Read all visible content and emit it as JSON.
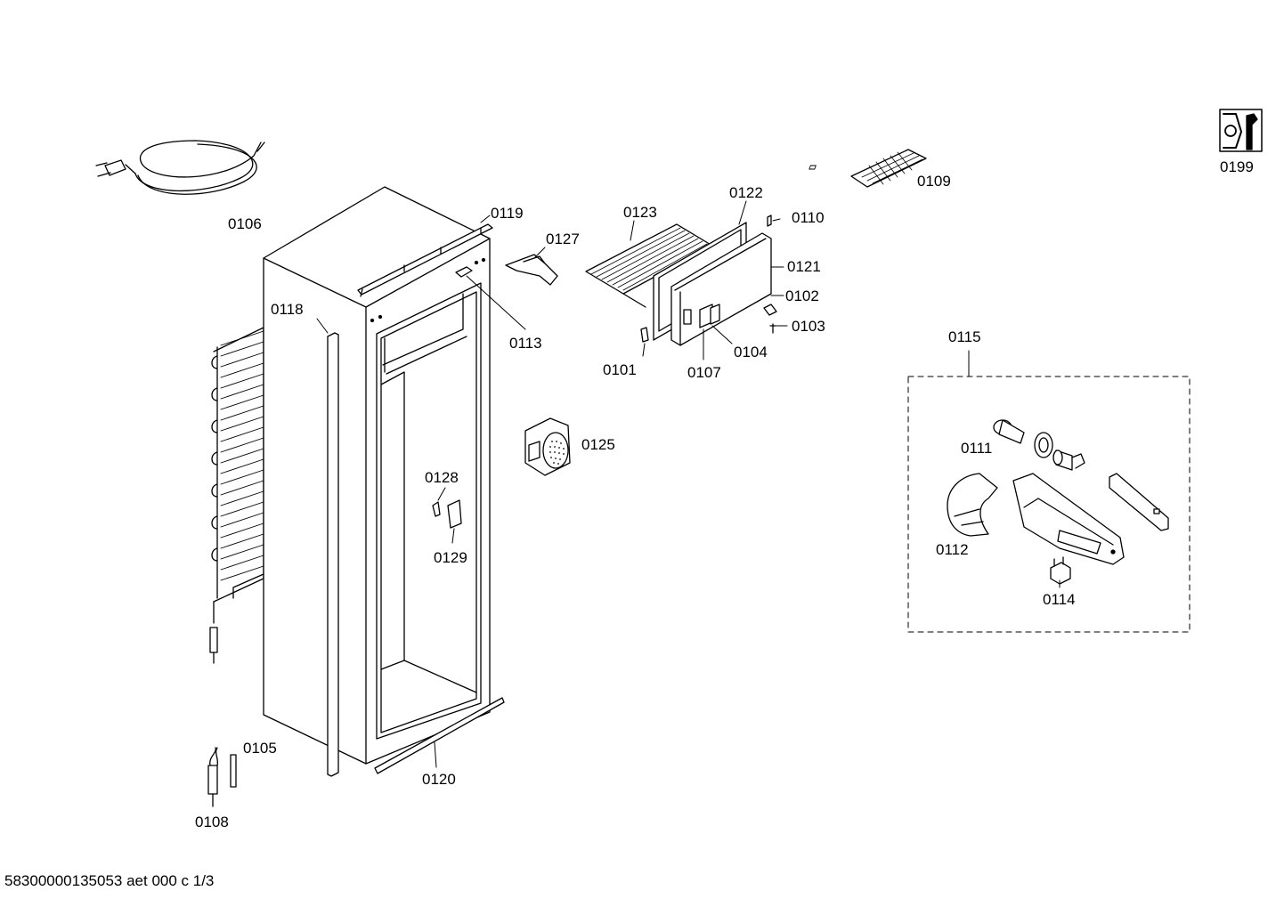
{
  "parts": {
    "p0101": "0101",
    "p0102": "0102",
    "p0103": "0103",
    "p0104": "0104",
    "p0105": "0105",
    "p0106": "0106",
    "p0107": "0107",
    "p0108": "0108",
    "p0109": "0109",
    "p0110": "0110",
    "p0111": "0111",
    "p0112": "0112",
    "p0113": "0113",
    "p0114": "0114",
    "p0115": "0115",
    "p0118": "0118",
    "p0119": "0119",
    "p0120": "0120",
    "p0121": "0121",
    "p0122": "0122",
    "p0123": "0123",
    "p0125": "0125",
    "p0127": "0127",
    "p0128": "0128",
    "p0129": "0129",
    "p0199": "0199"
  },
  "footer": {
    "doc_ref": "58300000135053 aet 000 c 1/3"
  },
  "icons": {
    "service": "wrench-nut-icon"
  }
}
